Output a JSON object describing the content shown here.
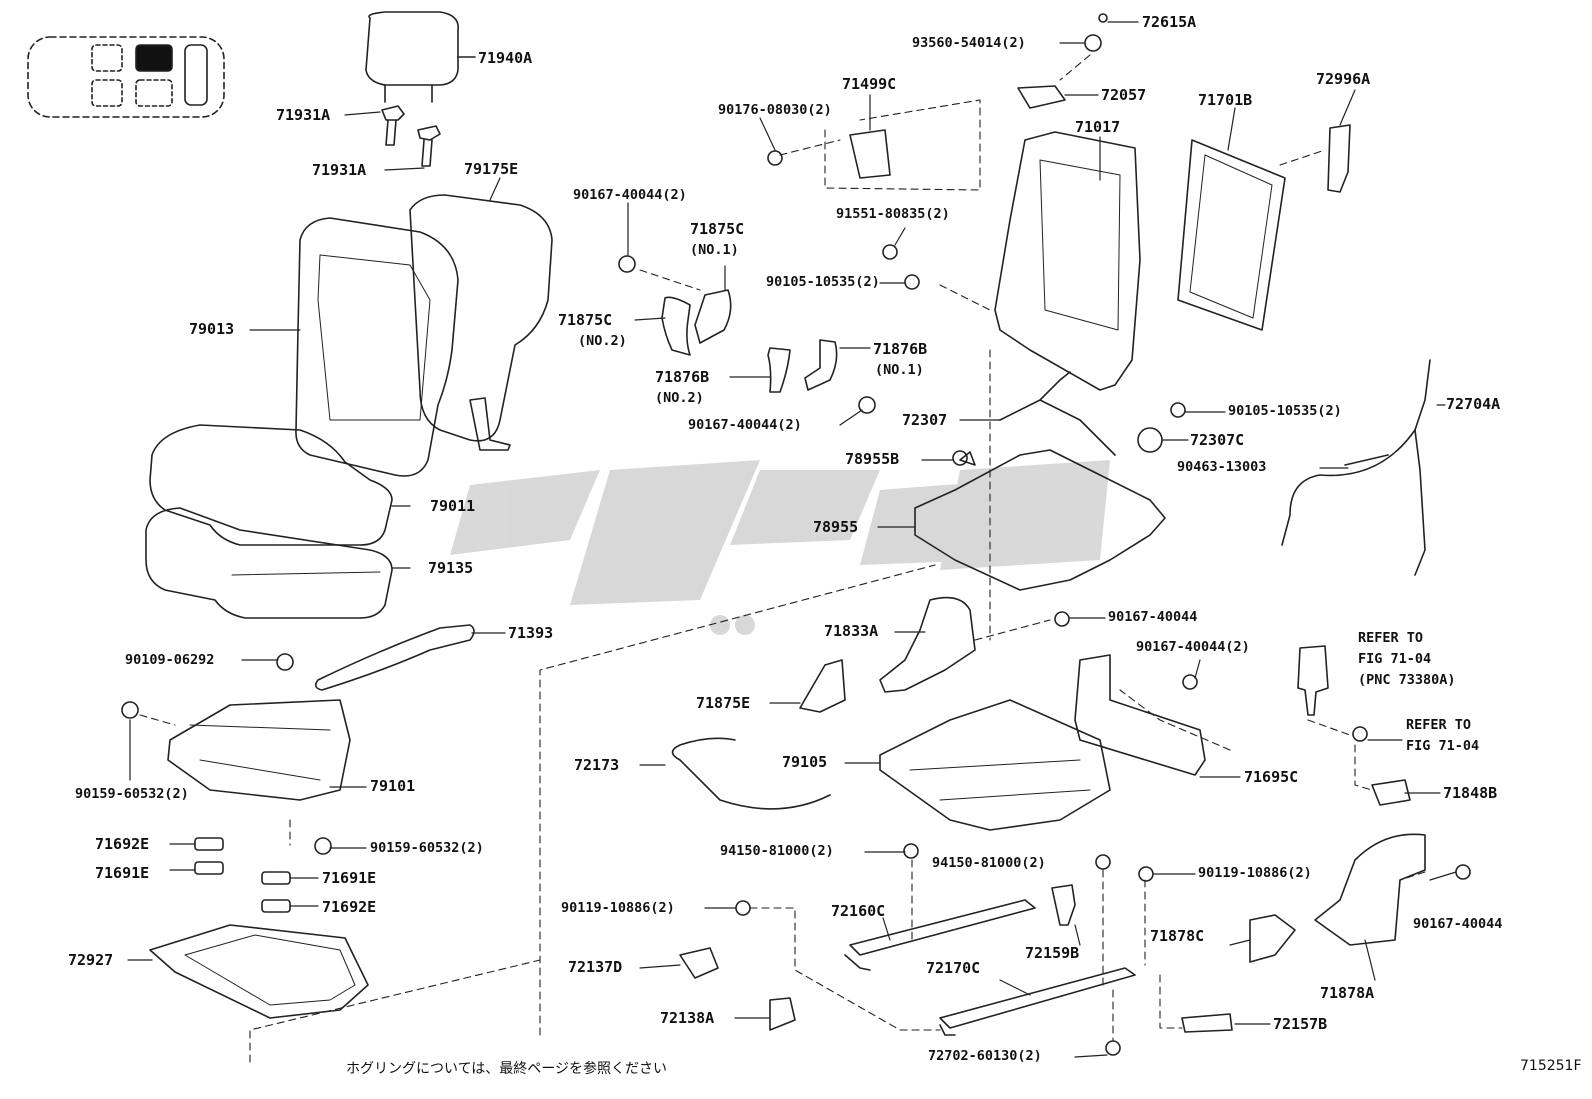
{
  "figure_number": "715251F",
  "footnote": "ホグリングについては、最終ページを参照ください",
  "watermark": "کی پارت",
  "labels": [
    {
      "id": "p71940A",
      "text": "71940A"
    },
    {
      "id": "p71931A_1",
      "text": "71931A"
    },
    {
      "id": "p71931A_2",
      "text": "71931A"
    },
    {
      "id": "p79175E",
      "text": "79175E"
    },
    {
      "id": "p79013",
      "text": "79013"
    },
    {
      "id": "p79011",
      "text": "79011"
    },
    {
      "id": "p79135",
      "text": "79135"
    },
    {
      "id": "p71393",
      "text": "71393"
    },
    {
      "id": "p90109",
      "text": "90109-06292"
    },
    {
      "id": "p90159a",
      "text": "90159-60532(2)"
    },
    {
      "id": "p79101",
      "text": "79101"
    },
    {
      "id": "p90159b",
      "text": "90159-60532(2)"
    },
    {
      "id": "p71692E_1",
      "text": "71692E"
    },
    {
      "id": "p71691E_1",
      "text": "71691E"
    },
    {
      "id": "p71691E_2",
      "text": "71691E"
    },
    {
      "id": "p71692E_2",
      "text": "71692E"
    },
    {
      "id": "p72927",
      "text": "72927"
    },
    {
      "id": "p90167a",
      "text": "90167-40044(2)"
    },
    {
      "id": "p71875C_1",
      "text": "71875C"
    },
    {
      "id": "p71875C_1n",
      "text": "(NO.1)"
    },
    {
      "id": "p71875C_2",
      "text": "71875C"
    },
    {
      "id": "p71875C_2n",
      "text": "(NO.2)"
    },
    {
      "id": "p71876B_1",
      "text": "71876B"
    },
    {
      "id": "p71876B_1n",
      "text": "(NO.1)"
    },
    {
      "id": "p71876B_2",
      "text": "71876B"
    },
    {
      "id": "p71876B_2n",
      "text": "(NO.2)"
    },
    {
      "id": "p90167b",
      "text": "90167-40044(2)"
    },
    {
      "id": "p71499C",
      "text": "71499C"
    },
    {
      "id": "p90176",
      "text": "90176-08030(2)"
    },
    {
      "id": "p93560",
      "text": "93560-54014(2)"
    },
    {
      "id": "p72615A",
      "text": "72615A"
    },
    {
      "id": "p72057",
      "text": "72057"
    },
    {
      "id": "p71017",
      "text": "71017"
    },
    {
      "id": "p71701B",
      "text": "71701B"
    },
    {
      "id": "p72996A",
      "text": "72996A"
    },
    {
      "id": "p91551",
      "text": "91551-80835(2)"
    },
    {
      "id": "p90105a",
      "text": "90105-10535(2)"
    },
    {
      "id": "p90105b",
      "text": "90105-10535(2)"
    },
    {
      "id": "p72307",
      "text": "72307"
    },
    {
      "id": "p72307C",
      "text": "72307C"
    },
    {
      "id": "p72704A",
      "text": "72704A"
    },
    {
      "id": "p90463",
      "text": "90463-13003"
    },
    {
      "id": "p78955B",
      "text": "78955B"
    },
    {
      "id": "p78955",
      "text": "78955"
    },
    {
      "id": "p90167c",
      "text": "90167-40044"
    },
    {
      "id": "p71833A",
      "text": "71833A"
    },
    {
      "id": "p90167d",
      "text": "90167-40044(2)"
    },
    {
      "id": "p71875E",
      "text": "71875E"
    },
    {
      "id": "p72173",
      "text": "72173"
    },
    {
      "id": "p79105",
      "text": "79105"
    },
    {
      "id": "p71695C",
      "text": "71695C"
    },
    {
      "id": "pRefer1a",
      "text": "REFER TO"
    },
    {
      "id": "pRefer1b",
      "text": "FIG 71-04"
    },
    {
      "id": "pRefer1c",
      "text": "(PNC 73380A)"
    },
    {
      "id": "pRefer2a",
      "text": "REFER TO"
    },
    {
      "id": "pRefer2b",
      "text": "FIG 71-04"
    },
    {
      "id": "p71848B",
      "text": "71848B"
    },
    {
      "id": "p94150a",
      "text": "94150-81000(2)"
    },
    {
      "id": "p94150b",
      "text": "94150-81000(2)"
    },
    {
      "id": "p90119a",
      "text": "90119-10886(2)"
    },
    {
      "id": "p90119b",
      "text": "90119-10886(2)"
    },
    {
      "id": "p90167e",
      "text": "90167-40044"
    },
    {
      "id": "p72160C",
      "text": "72160C"
    },
    {
      "id": "p72159B",
      "text": "72159B"
    },
    {
      "id": "p72170C",
      "text": "72170C"
    },
    {
      "id": "p72137D",
      "text": "72137D"
    },
    {
      "id": "p72138A",
      "text": "72138A"
    },
    {
      "id": "p71878C",
      "text": "71878C"
    },
    {
      "id": "p71878A",
      "text": "71878A"
    },
    {
      "id": "p72157B",
      "text": "72157B"
    },
    {
      "id": "p72702",
      "text": "72702-60130(2)"
    }
  ]
}
